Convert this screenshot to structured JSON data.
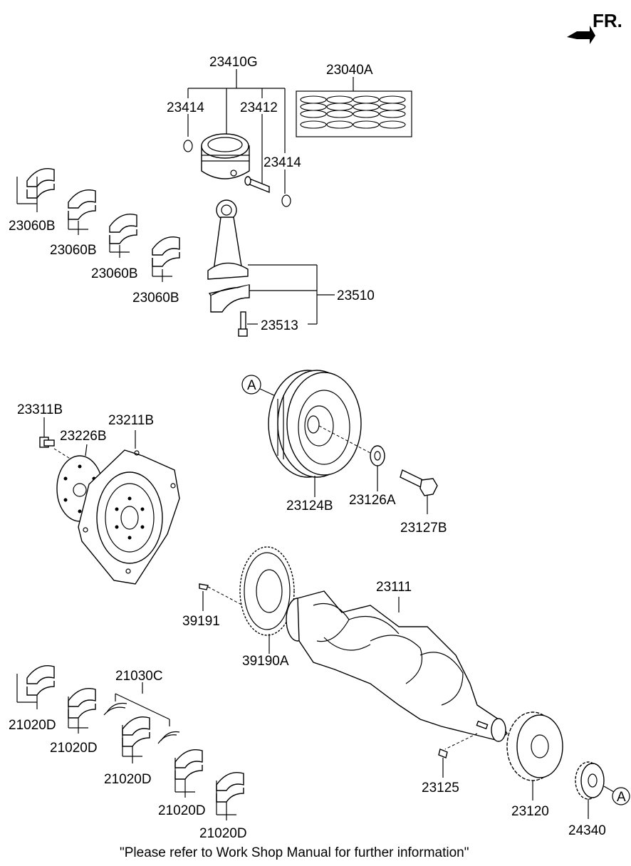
{
  "direction": {
    "label": "FR.",
    "icon": "front-arrow-icon"
  },
  "parts": {
    "piston_assy": "23410G",
    "ring_set": "23040A",
    "snap_ring_left": "23414",
    "piston_pin": "23412",
    "snap_ring_right": "23414",
    "conrod_bearing_1": "23060B",
    "conrod_bearing_2": "23060B",
    "conrod_bearing_3": "23060B",
    "conrod_bearing_4": "23060B",
    "conrod_assy": "23510",
    "conrod_bolt": "23513",
    "pulley_ref": "A",
    "flywheel_bolt": "23311B",
    "flywheel_adapter": "23226B",
    "drive_plate": "23211B",
    "damper_pulley": "23124B",
    "pulley_washer": "23126A",
    "pulley_bolt": "23127B",
    "crankshaft": "23111",
    "ring_gear_pin": "39191",
    "ring_gear": "39190A",
    "thrust_bearing": "21030C",
    "main_bearing_1": "21020D",
    "main_bearing_2": "21020D",
    "main_bearing_3": "21020D",
    "main_bearing_4": "21020D",
    "main_bearing_5": "21020D",
    "key": "23125",
    "sprocket": "23120",
    "oil_pump_sprocket": "24340",
    "sprocket_ref": "A"
  },
  "footer_note": "\"Please refer to Work Shop Manual for further information\""
}
